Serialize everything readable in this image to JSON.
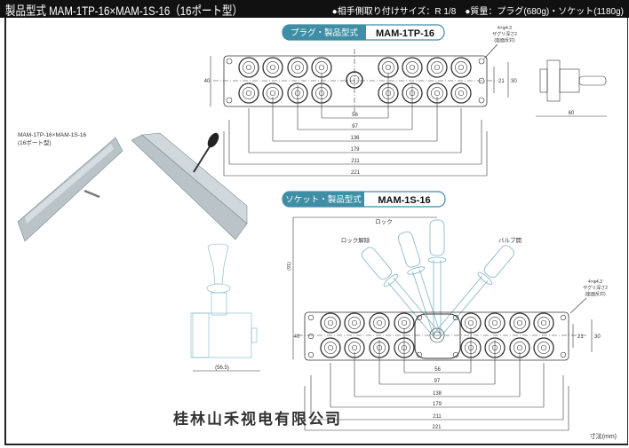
{
  "header": {
    "title": "製品型式 MAM-1TP-16×MAM-1S-16（16ポート型）",
    "spec": "●相手側取り付けサイズ：R 1/8　●質量：プラグ(680g)・ソケット(1180g)"
  },
  "plug": {
    "label": "プラグ・製品型式",
    "model": "MAM-1TP-16",
    "hole_note": [
      "4×φ4.3",
      "ザグリ深さ2",
      "(座面反対)"
    ],
    "dims": {
      "height": "40",
      "inner1": "21",
      "inner2": "30",
      "side_width": "60",
      "pitch": [
        "56",
        "97",
        "136",
        "179",
        "211",
        "221"
      ]
    }
  },
  "socket": {
    "label": "ソケット・製品型式",
    "model": "MAM-1S-16",
    "hole_note": [
      "4×φ4.3",
      "ザグリ深さ2",
      "(座面反対)"
    ],
    "handle_positions": [
      "ロック解除",
      "ロック",
      "バルブ開"
    ],
    "dims": {
      "handle_height": "(91)",
      "height": "40",
      "inner1": "21",
      "inner2": "30",
      "pitch": [
        "56",
        "97",
        "138",
        "179",
        "211",
        "221"
      ]
    }
  },
  "assembly": {
    "caption": [
      "MAM-1TP-16×MAM-1S-16",
      "(16ポート型)"
    ],
    "side_dim": "(56.5)"
  },
  "watermark": "桂林山禾视电有限公司",
  "unit_note": "寸法(mm)",
  "colors": {
    "accent": "#3f8ea6",
    "line": "#333333",
    "drawing": "#7fb3c4"
  }
}
